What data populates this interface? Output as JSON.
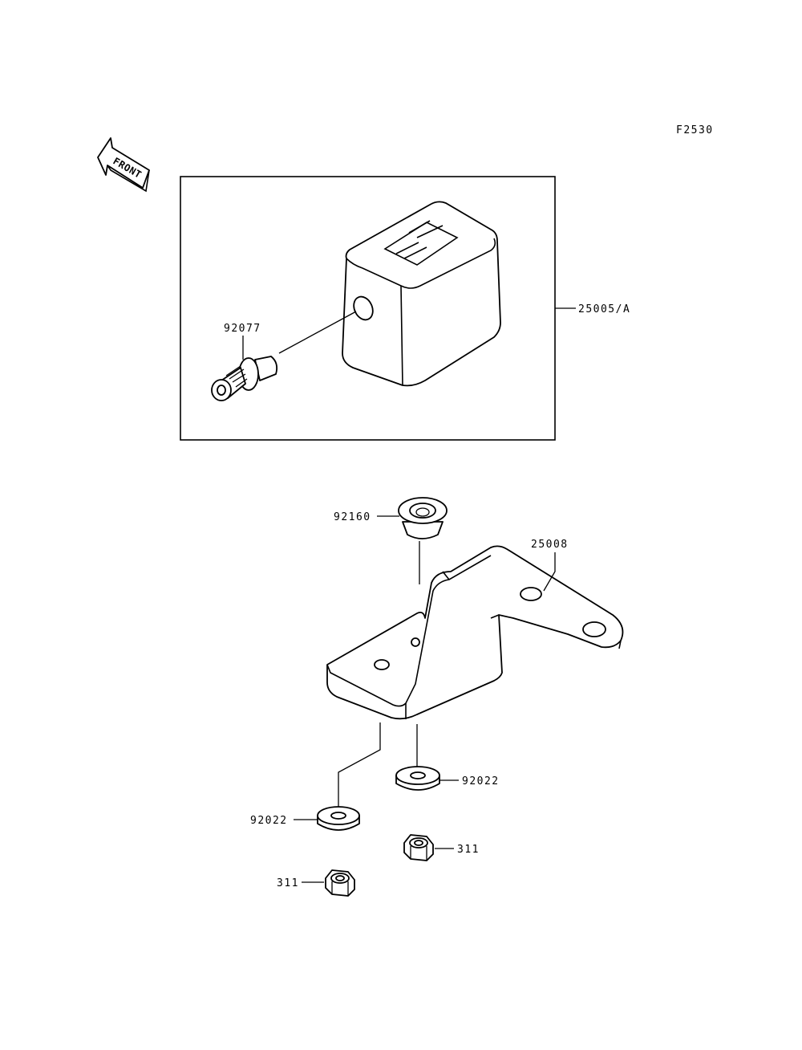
{
  "diagram_code": "F2530",
  "front_marker": "FRONT",
  "parts": {
    "speedometer_assembly": "25005/A",
    "gear_fitting": "92077",
    "bushing": "92160",
    "bracket": "25008",
    "upper_washer": "92022",
    "lower_washer": "92022",
    "upper_nut": "311",
    "lower_nut": "311"
  }
}
